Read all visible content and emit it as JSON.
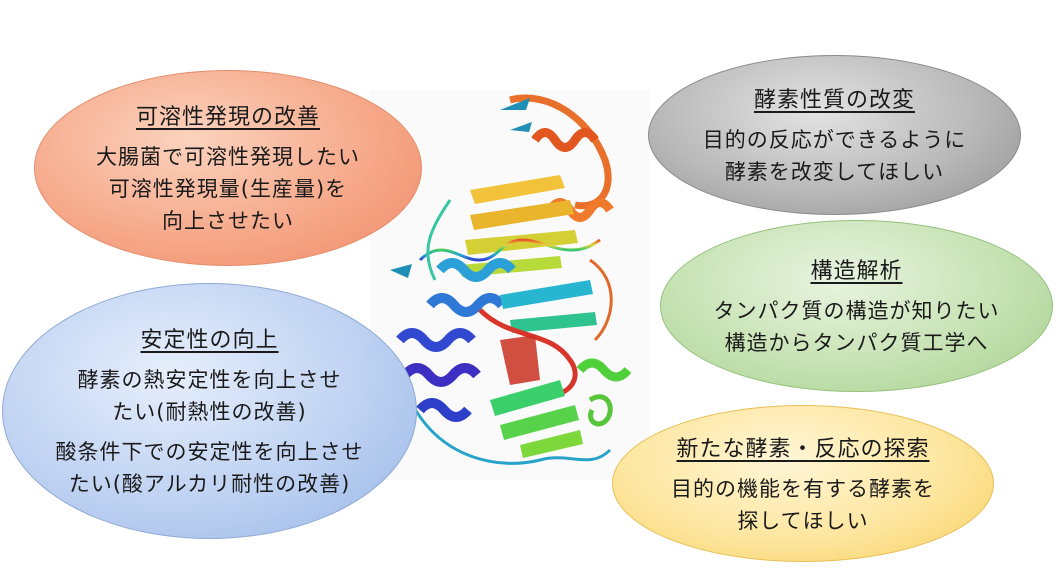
{
  "bubbles": {
    "soluble": {
      "title": "可溶性発現の改善",
      "lines": [
        "大腸菌で可溶性発現したい",
        "可溶性発現量(生産量)を",
        "向上させたい"
      ]
    },
    "stability": {
      "title": "安定性の向上",
      "lines": [
        "酵素の熱安定性を向上させ",
        "たい(耐熱性の改善)",
        "酸条件下での安定性を向上させ",
        "たい(酸アルカリ耐性の改善)"
      ]
    },
    "modify": {
      "title": "酵素性質の改変",
      "lines": [
        "目的の反応ができるように",
        "酵素を改変してほしい"
      ]
    },
    "structure": {
      "title": "構造解析",
      "lines": [
        "タンパク質の構造が知りたい",
        "構造からタンパク質工学へ"
      ]
    },
    "search": {
      "title": "新たな酵素・反応の探索",
      "lines": [
        "目的の機能を有する酵素を",
        "探してほしい"
      ]
    }
  },
  "colors": {
    "soluble": "#f6a98a",
    "stability": "#bfd2f2",
    "modify": "#b9b9b9",
    "structure": "#c6e2b3",
    "search": "#fde6a0"
  },
  "image": {
    "icon": "protein-ribbon-structure"
  }
}
